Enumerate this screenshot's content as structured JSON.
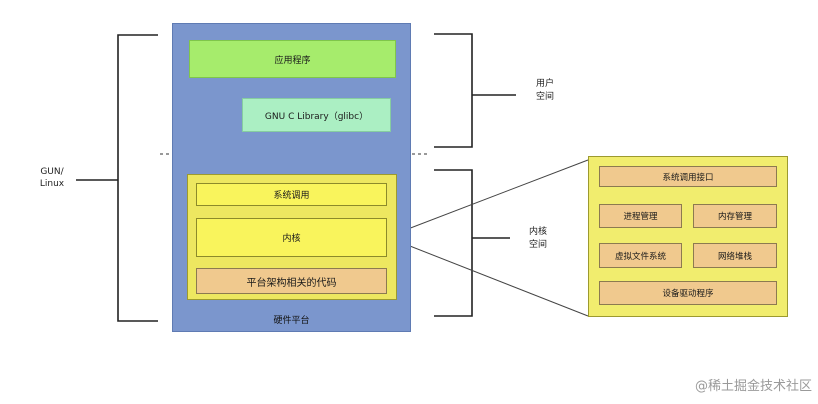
{
  "diagram": {
    "hardware_platform": "硬件平台",
    "application": "应用程序",
    "glibc": "GNU C Library（glibc）",
    "system_call": "系统调用",
    "kernel": "内核",
    "arch_code": "平台架构相关的代码",
    "gun_linux_line1": "GUN/",
    "gun_linux_line2": "Linux",
    "user_space_line1": "用户",
    "user_space_line2": "空间",
    "kernel_space_line1": "内核",
    "kernel_space_line2": "空间"
  },
  "kernel_detail": {
    "syscall_interface": "系统调用接口",
    "process_management": "进程管理",
    "memory_management": "内存管理",
    "virtual_filesystem": "虚拟文件系统",
    "network_stack": "网络堆栈",
    "device_drivers": "设备驱动程序"
  },
  "colors": {
    "hardware": "#7b96cd",
    "application": "#a6ec6c",
    "glibc": "#abefc3",
    "kernel_region": "#ede760",
    "kernel_block": "#f9f45c",
    "arch_block": "#f0c98e"
  },
  "watermark": "@稀土掘金技术社区"
}
